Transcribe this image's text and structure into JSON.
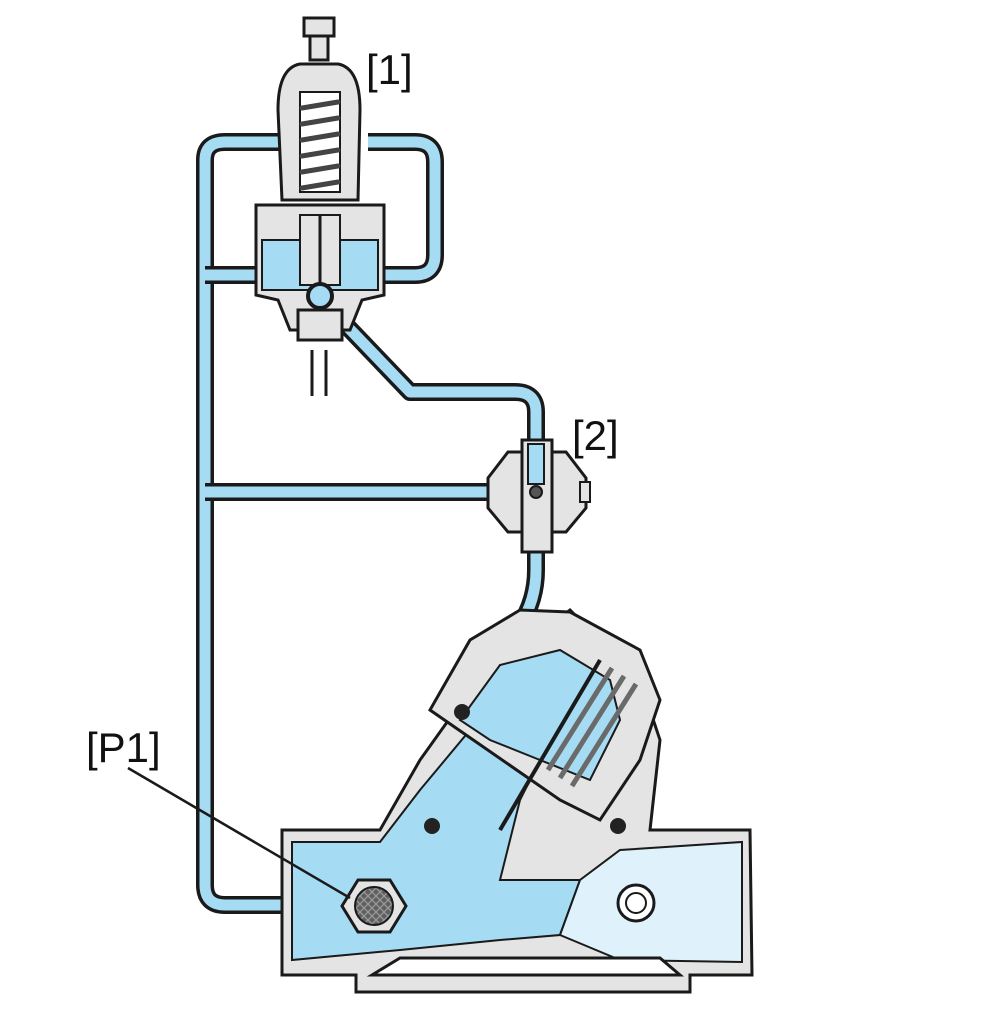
{
  "labels": {
    "pilot": "[1]",
    "needle_valve": "[2]",
    "strainer": "[P1]"
  },
  "colors": {
    "water": "#a6dcf3",
    "water_light": "#dff1fa",
    "metal": "#e4e4e4",
    "outline": "#1a1a1a",
    "spring": "#7a7a7a",
    "strainer_mesh": "#6b6b6b"
  }
}
